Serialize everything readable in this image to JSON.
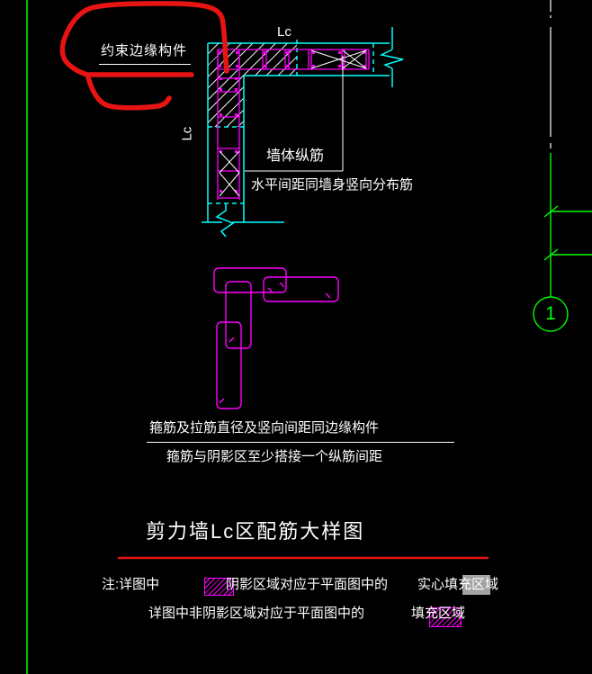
{
  "colors": {
    "background": "#000000",
    "wall_outline": "#00ffff",
    "rebar": "#ff00ff",
    "hatch_and_text": "#ffffff",
    "axis_green": "#00ff00",
    "annotation_red": "#e81414",
    "legend_solid_fill": "#a3a3a3"
  },
  "annotation": {
    "circled_label": "约束边缘构件"
  },
  "detail_view": {
    "dim_label_top": "Lc",
    "dim_label_side": "Lc",
    "callout_rebar": "墙体纵筋",
    "callout_spacing": "水平间距同墙身竖向分布筋"
  },
  "stirrup_notes": {
    "line1": "箍筋及拉筋直径及竖向间距同边缘构件",
    "line2": "箍筋与阴影区至少搭接一个纵筋间距"
  },
  "title": "剪力墙Lc区配筋大样图",
  "legend": {
    "line1_prefix": "注:详图中",
    "line1_shaded": "阴影区域对应于平面图中的",
    "line1_solid": "实心填充区域",
    "line2_text": "详图中非阴影区域对应于平面图中的",
    "line2_fill": "填充区域"
  },
  "axis": {
    "bubble_number": "1"
  }
}
